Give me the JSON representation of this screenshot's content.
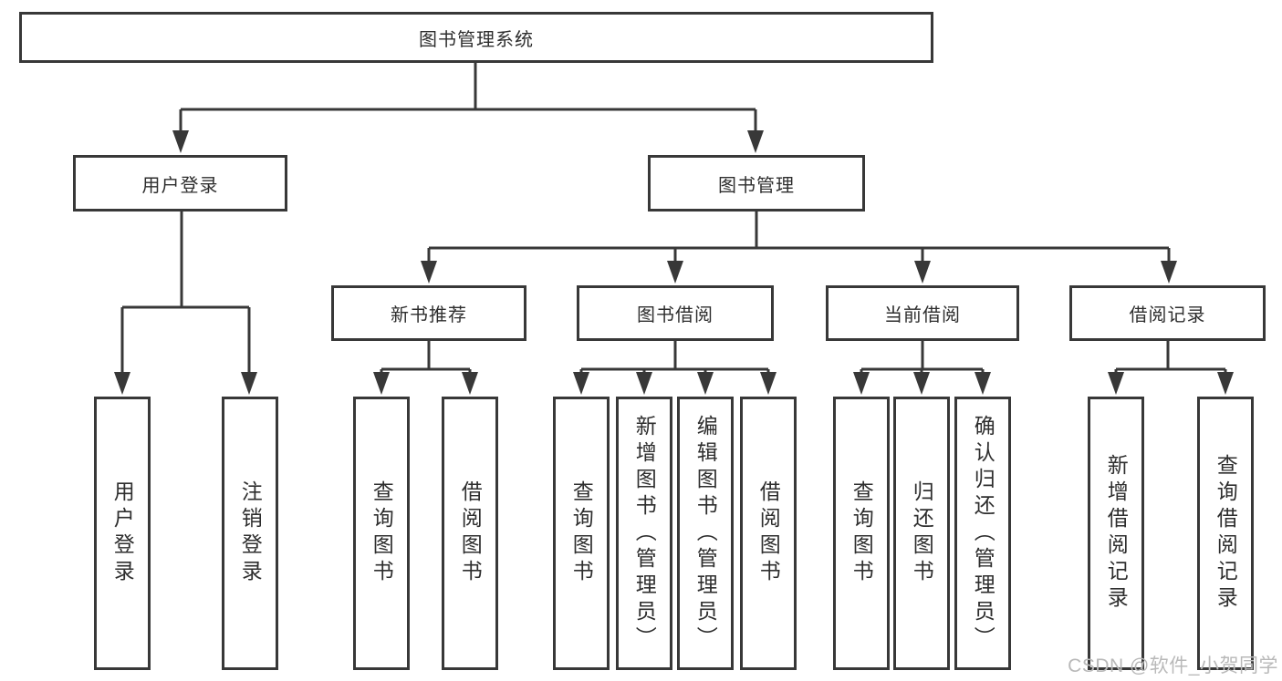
{
  "nodes": {
    "root": "图书管理系统",
    "user_login": "用户登录",
    "book_mgmt": "图书管理",
    "new_book_rec": "新书推荐",
    "book_borrow": "图书借阅",
    "current_borrow": "当前借阅",
    "borrow_records": "借阅记录",
    "user_login_children": [
      "用户登录",
      "注销登录"
    ],
    "new_book_children": [
      "查询图书",
      "借阅图书"
    ],
    "book_borrow_children": [
      "查询图书",
      "新增图书（管理员）",
      "编辑图书（管理员）",
      "借阅图书"
    ],
    "current_borrow_children": [
      "查询图书",
      "归还图书",
      "确认归还（管理员）"
    ],
    "borrow_records_children": [
      "新增借阅记录",
      "查询借阅记录"
    ]
  },
  "watermark": "CSDN @软件_小贺同学",
  "colors": {
    "line": "#383838",
    "text": "#2e2e2e",
    "watermark": "#b9b9b9",
    "background": "#ffffff"
  }
}
